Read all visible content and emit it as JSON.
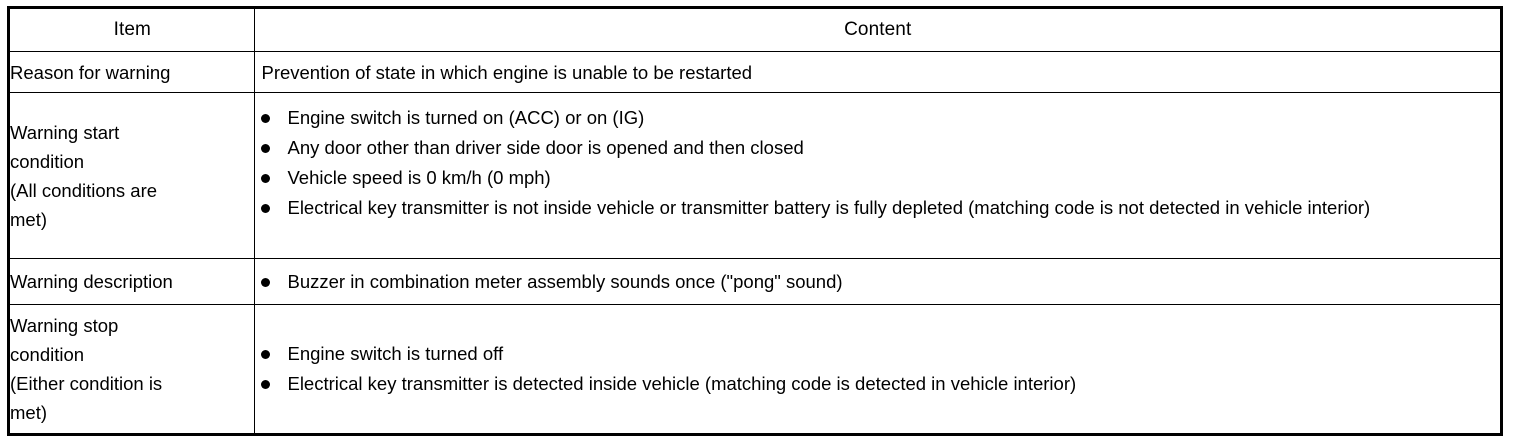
{
  "table": {
    "headers": {
      "item": "Item",
      "content": "Content"
    },
    "rows": [
      {
        "item_lines": [
          "Reason for warning"
        ],
        "content_type": "text",
        "text": "Prevention of state in which engine is unable to be restarted"
      },
      {
        "item_lines": [
          "Warning start",
          "condition",
          "(All conditions are",
          "met)"
        ],
        "content_type": "bullets",
        "bullets": [
          "Engine switch is turned on (ACC) or on (IG)",
          "Any door other than driver side door is opened and then closed",
          "Vehicle speed is 0 km/h (0 mph)",
          "Electrical key transmitter is not inside vehicle or transmitter battery is fully depleted (matching code is not detected in vehicle interior)"
        ]
      },
      {
        "item_lines": [
          "Warning description"
        ],
        "content_type": "bullets",
        "bullets": [
          "Buzzer in combination meter assembly sounds once (\"pong\" sound)"
        ]
      },
      {
        "item_lines": [
          "Warning stop",
          "condition",
          "(Either condition is",
          "met)"
        ],
        "content_type": "bullets",
        "bullets": [
          "Engine switch is turned off",
          "Electrical key transmitter is detected inside vehicle (matching code is detected in vehicle interior)"
        ]
      }
    ]
  },
  "colors": {
    "border": "#000000",
    "text": "#000000",
    "background": "#ffffff"
  }
}
